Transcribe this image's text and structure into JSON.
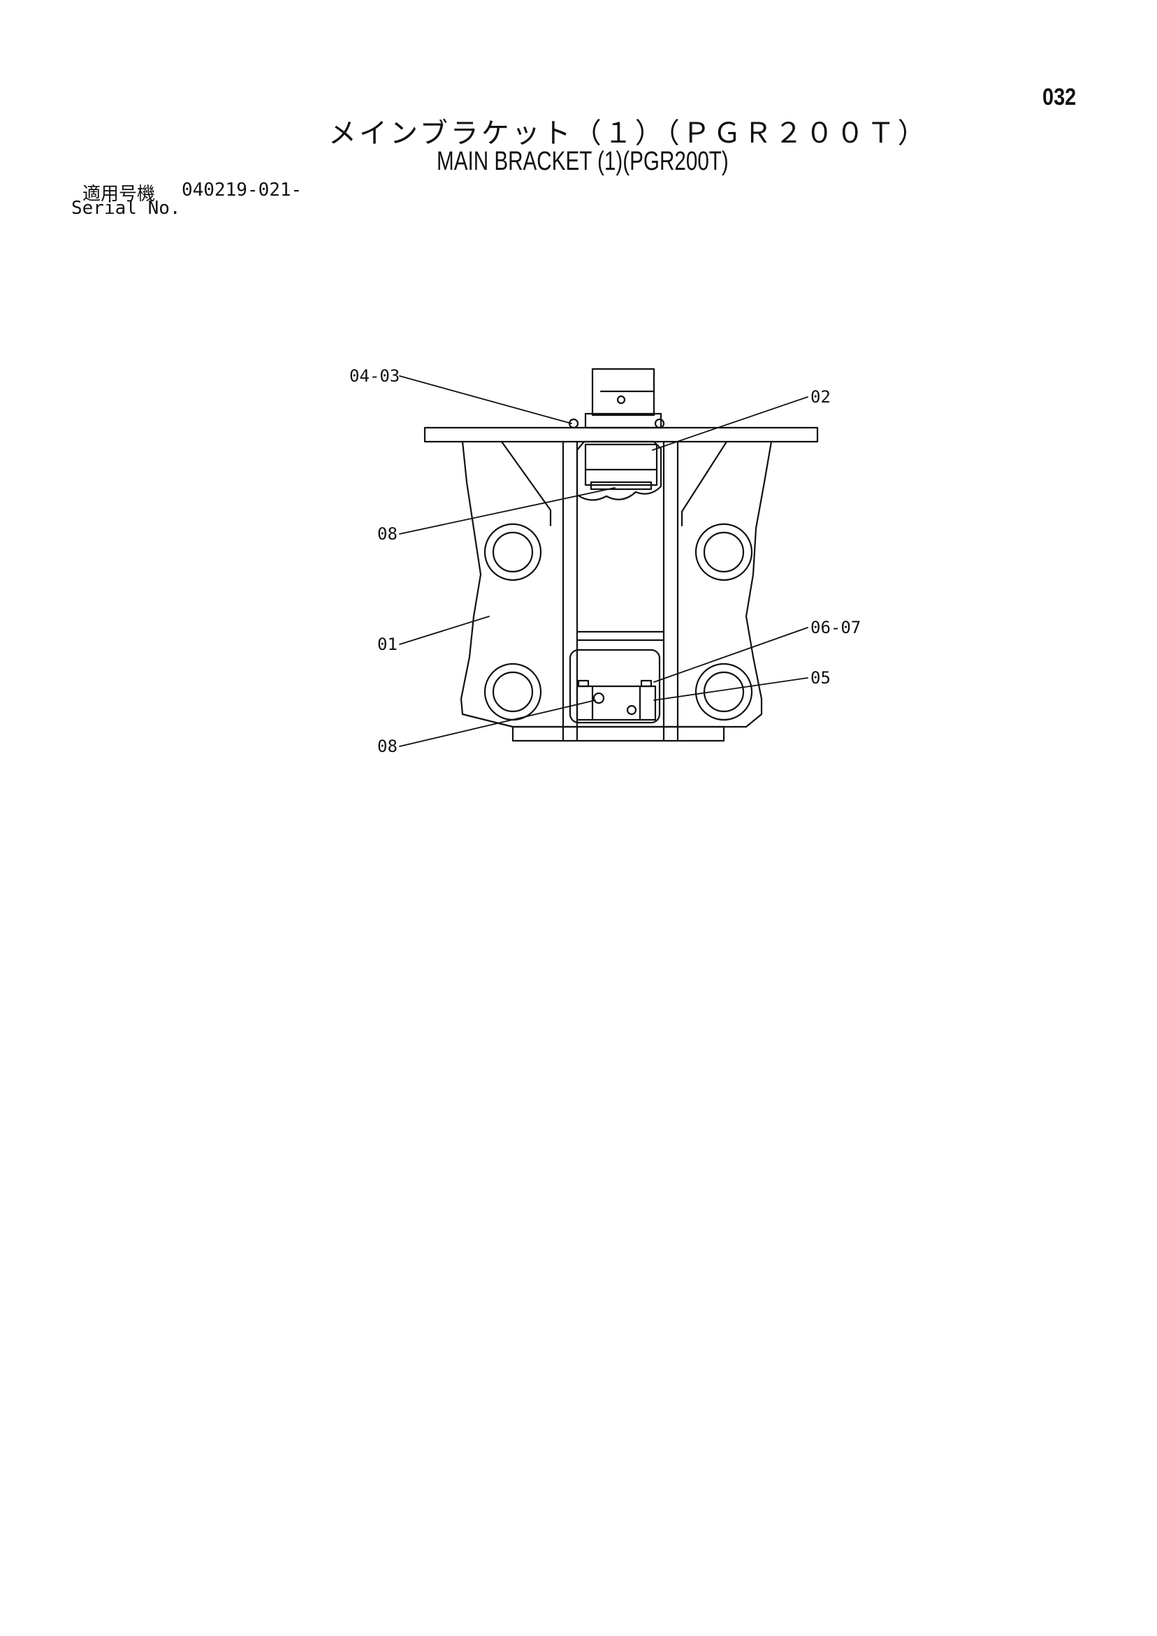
{
  "page": {
    "number": "032",
    "title_ja": "メインブラケット（１）（ＰＧＲ２００Ｔ）",
    "title_en": "MAIN BRACKET (1)(PGR200T)",
    "serial_label_ja": "適用号機",
    "serial_value": "040219-021-",
    "serial_label_en": "Serial No."
  },
  "callouts": {
    "c1": "04-03",
    "c2": "02",
    "c3": "08",
    "c4": "01",
    "c5": "06-07",
    "c6": "05",
    "c7": "08"
  }
}
